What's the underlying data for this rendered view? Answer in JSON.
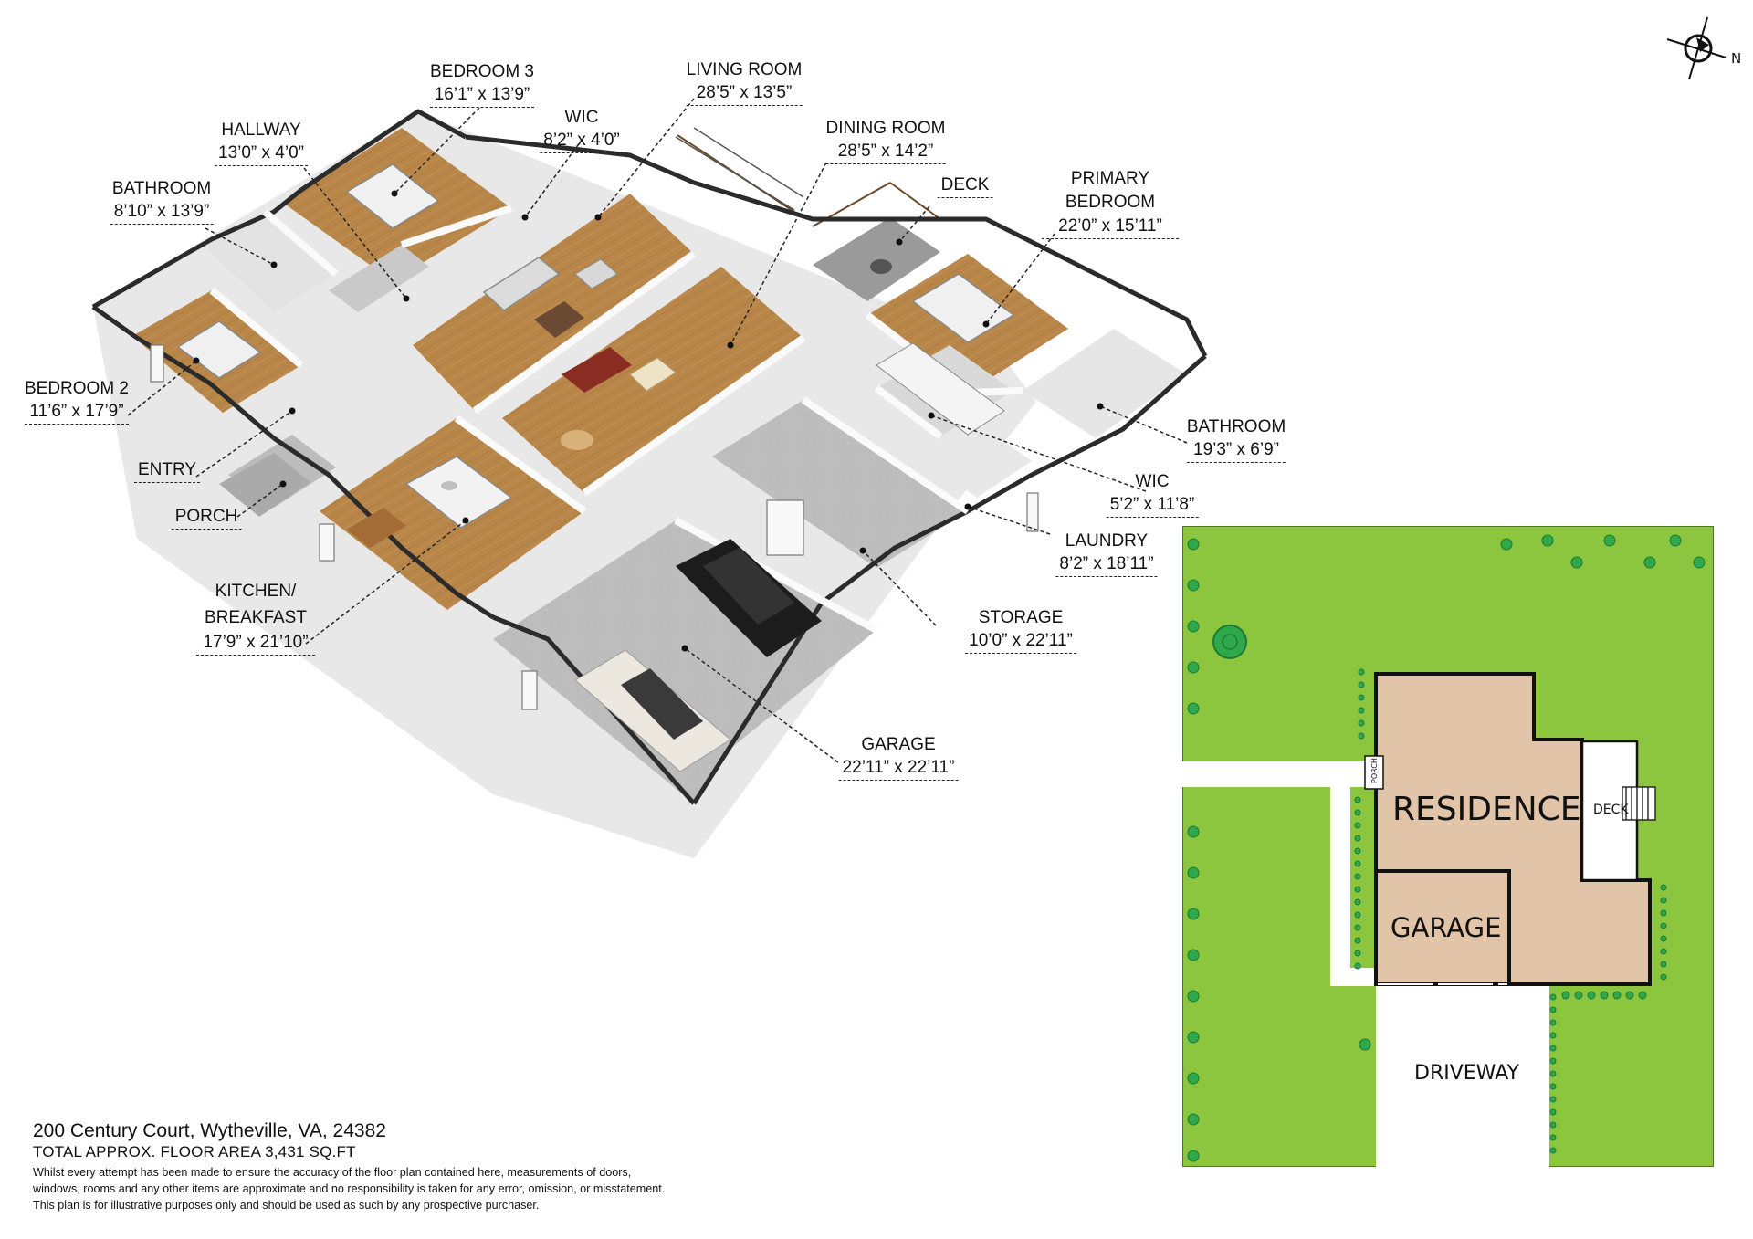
{
  "compass": {
    "north_label": "N"
  },
  "rooms": [
    {
      "id": "bedroom3",
      "name": "BEDROOM 3",
      "dims": "16’1” x 13’9”"
    },
    {
      "id": "hallway",
      "name": "HALLWAY",
      "dims": "13’0” x 4’0”"
    },
    {
      "id": "wic_upper",
      "name": "WIC",
      "dims": "8’2” x 4’0”"
    },
    {
      "id": "living",
      "name": "LIVING ROOM",
      "dims": "28’5” x 13’5”"
    },
    {
      "id": "dining",
      "name": "DINING ROOM",
      "dims": "28’5” x 14’2”"
    },
    {
      "id": "deck",
      "name": "DECK",
      "dims": ""
    },
    {
      "id": "bathroom_left",
      "name": "BATHROOM",
      "dims": "8’10” x 13’9”"
    },
    {
      "id": "primary",
      "name": "PRIMARY BEDROOM",
      "dims": "22’0” x 15’11”"
    },
    {
      "id": "bedroom2",
      "name": "BEDROOM 2",
      "dims": "11’6” x 17’9”"
    },
    {
      "id": "bathroom_right",
      "name": "BATHROOM",
      "dims": "19’3” x 6’9”"
    },
    {
      "id": "entry",
      "name": "ENTRY",
      "dims": ""
    },
    {
      "id": "wic_right",
      "name": "WIC",
      "dims": "5’2” x 11’8”"
    },
    {
      "id": "porch",
      "name": "PORCH",
      "dims": ""
    },
    {
      "id": "laundry",
      "name": "LAUNDRY",
      "dims": "8’2” x 18’11”"
    },
    {
      "id": "kitchen",
      "name": "KITCHEN/ BREAKFAST",
      "dims": "17’9” x 21’10”"
    },
    {
      "id": "storage",
      "name": "STORAGE",
      "dims": "10’0” x 22’11”"
    },
    {
      "id": "garage",
      "name": "GARAGE",
      "dims": "22’11” x 22’11”"
    }
  ],
  "site_plan": {
    "residence_label": "RESIDENCE",
    "garage_label": "GARAGE",
    "deck_label": "DECK",
    "porch_label": "PORCH",
    "driveway_label": "DRIVEWAY",
    "colors": {
      "lawn": "#8cc63f",
      "building": "#e2c4a8",
      "tree": "#2ea84a",
      "walk": "#ffffff"
    }
  },
  "footer": {
    "address": "200 Century Court, Wytheville, VA, 24382",
    "floor_area": "TOTAL APPROX. FLOOR AREA 3,431 SQ.FT",
    "disclaimer_lines": [
      "Whilst every attempt has been made to ensure the accuracy of the floor plan contained here, measurements of doors,",
      "windows, rooms and any other items are approximate and no responsibility is taken for any error, omission, or misstatement.",
      "This plan is for illustrative purposes only and should be used as such by any prospective purchaser."
    ]
  },
  "colors": {
    "wood_floor": "#b8854c",
    "concrete": "#bdbdbd",
    "wall": "#f4f4f4",
    "wall_top": "#2b2b2b"
  }
}
